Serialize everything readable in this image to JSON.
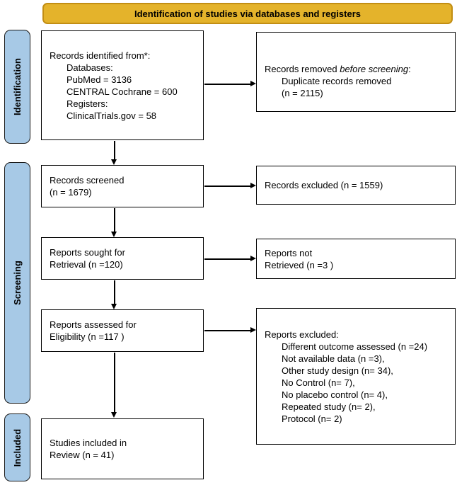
{
  "banner": {
    "label": "Identification of studies via databases and registers"
  },
  "colors": {
    "banner_fill": "#E4B32B",
    "banner_border": "#C28E14",
    "stage_fill": "#A7C9E6",
    "box_border": "#000000"
  },
  "stages": {
    "identification": "Identification",
    "screening": "Screening",
    "included": "Included"
  },
  "boxes": {
    "records_identified": {
      "title": "Records identified from*:",
      "items": [
        "Databases:",
        "PubMed = 3136",
        "CENTRAL Cochrane = 600",
        "Registers:",
        "ClinicalTrials.gov = 58"
      ]
    },
    "records_removed": {
      "title_pre": "Records removed ",
      "title_italic": "before screening",
      "title_post": ":",
      "items": [
        "Duplicate records removed",
        "(n = 2115)"
      ]
    },
    "records_screened": {
      "lines": [
        "Records screened",
        "(n = 1679)"
      ]
    },
    "records_excluded": {
      "lines": [
        "Records excluded (n = 1559)"
      ]
    },
    "reports_sought": {
      "lines": [
        "Reports sought for",
        "Retrieval (n =120)"
      ]
    },
    "reports_not_retrieved": {
      "lines": [
        "Reports not",
        "Retrieved (n =3 )"
      ]
    },
    "reports_assessed": {
      "lines": [
        "Reports assessed for",
        "Eligibility (n =117 )"
      ]
    },
    "reports_excluded": {
      "title": "Reports excluded:",
      "items": [
        "Different outcome assessed (n =24)",
        "Not available data (n =3),",
        "Other study design (n= 34),",
        "No Control (n= 7),",
        "No placebo control (n= 4),",
        "Repeated study (n= 2),",
        "Protocol (n= 2)"
      ]
    },
    "studies_included": {
      "lines": [
        "Studies included in",
        "Review (n = 41)"
      ]
    }
  }
}
